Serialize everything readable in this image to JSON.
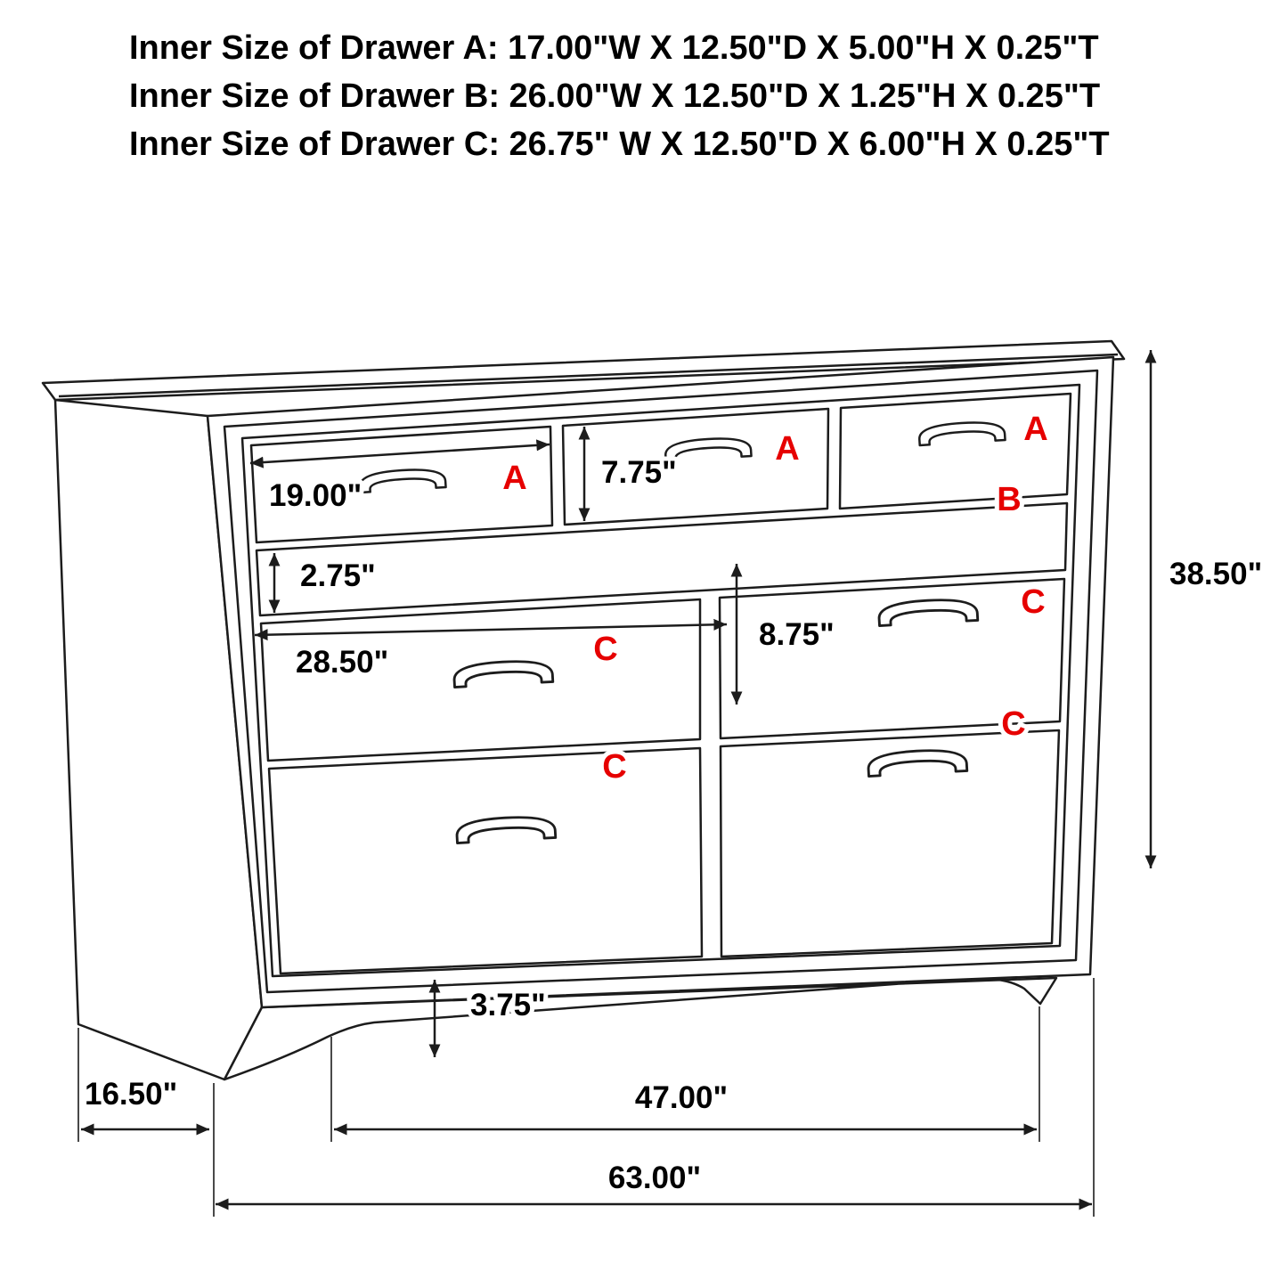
{
  "header": {
    "lines": [
      "Inner Size of Drawer A: 17.00\"W X 12.50\"D X 5.00\"H X 0.25\"T",
      "Inner Size of Drawer B: 26.00\"W X 12.50\"D X 1.25\"H X 0.25\"T",
      "Inner Size of Drawer C: 26.75\" W X 12.50\"D X 6.00\"H X 0.25\"T"
    ]
  },
  "diagram": {
    "drawer_labels": {
      "top_left": "A",
      "top_middle": "A",
      "top_right": "A",
      "jewelry_strip": "B",
      "middle_left": "C",
      "middle_right": "C",
      "bottom_left": "C",
      "bottom_right": "C"
    },
    "dimensions": {
      "drawer_a_width": "19.00\"",
      "drawer_a_height": "7.75\"",
      "strip_b_height": "2.75\"",
      "drawer_c_width": "28.50\"",
      "drawer_c_height": "8.75\"",
      "overall_height": "38.50\"",
      "leg_height": "3.75\"",
      "depth": "16.50\"",
      "leg_span_width": "47.00\"",
      "overall_width": "63.00\""
    },
    "colors": {
      "line": "#1c1c1c",
      "accent_red": "#e60000",
      "text": "#000000"
    }
  }
}
